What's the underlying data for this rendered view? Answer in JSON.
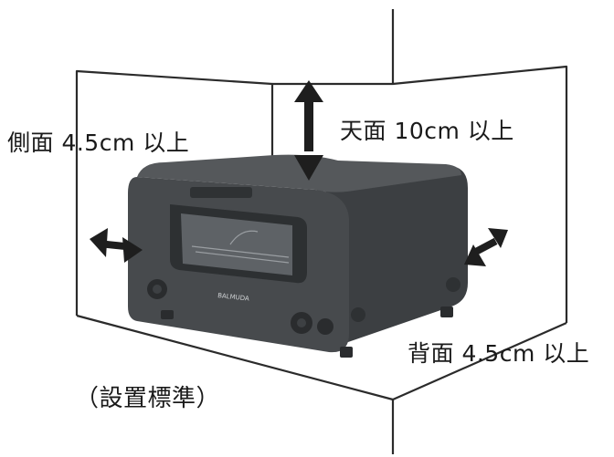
{
  "labels": {
    "side": "側面 4.5cm 以上",
    "top": "天面 10cm 以上",
    "back": "背面 4.5cm 以上",
    "caption": "（設置標準）"
  },
  "product": {
    "brand": "BALMUDA"
  },
  "colors": {
    "line": "#2b2b2b",
    "body": "#4a4d50",
    "body_dark": "#36393b",
    "arrow": "#1e1e1e"
  },
  "icons": [
    "double-arrow-up-down",
    "double-arrow-left-right"
  ]
}
